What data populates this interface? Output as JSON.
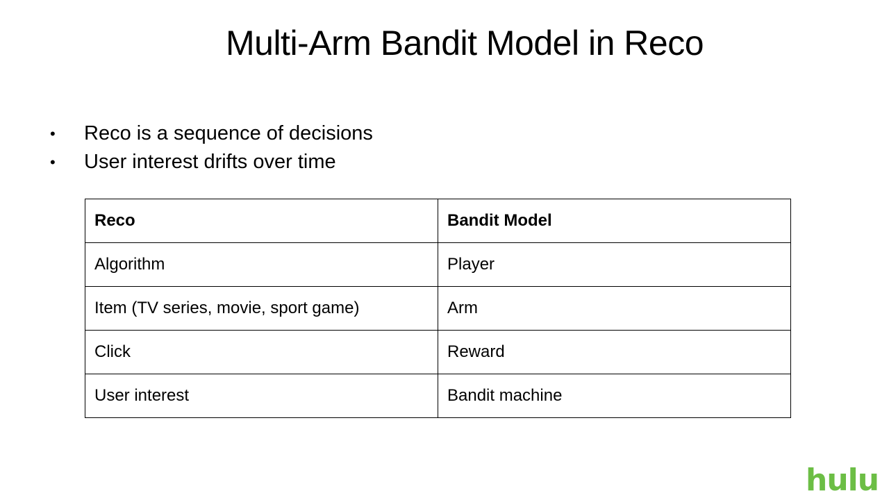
{
  "slide": {
    "title": "Multi-Arm Bandit Model in Reco",
    "bullets": [
      "Reco is a sequence of decisions",
      "User interest drifts over time"
    ],
    "table": {
      "headers": [
        "Reco",
        "Bandit Model"
      ],
      "rows": [
        [
          "Algorithm",
          "Player"
        ],
        [
          "Item (TV series, movie, sport game)",
          "Arm"
        ],
        [
          "Click",
          "Reward"
        ],
        [
          "User interest",
          "Bandit machine"
        ]
      ]
    },
    "logo": {
      "text": "hulu",
      "color": "#6cbe45"
    }
  }
}
